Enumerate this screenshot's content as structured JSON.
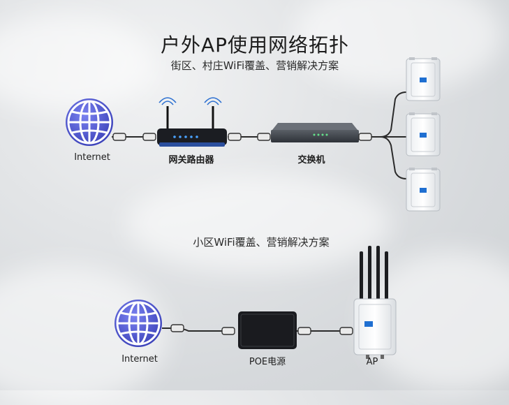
{
  "title": "户外AP使用网络拓扑",
  "subtitle_top": "街区、村庄WiFi覆盖、营销解决方案",
  "subtitle_bottom": "小区WiFi覆盖、营销解决方案",
  "top_diagram": {
    "internet_label": "Internet",
    "router_label": "网关路由器",
    "switch_label": "交换机",
    "ap_count": 3
  },
  "bottom_diagram": {
    "internet_label": "Internet",
    "poe_label": "POE电源",
    "ap_label": "AP"
  },
  "colors": {
    "globe": "#4a52c9",
    "router_blue": "#2b4f9e",
    "ap_badge": "#1f6fd1",
    "cable": "#2a2a2a"
  }
}
